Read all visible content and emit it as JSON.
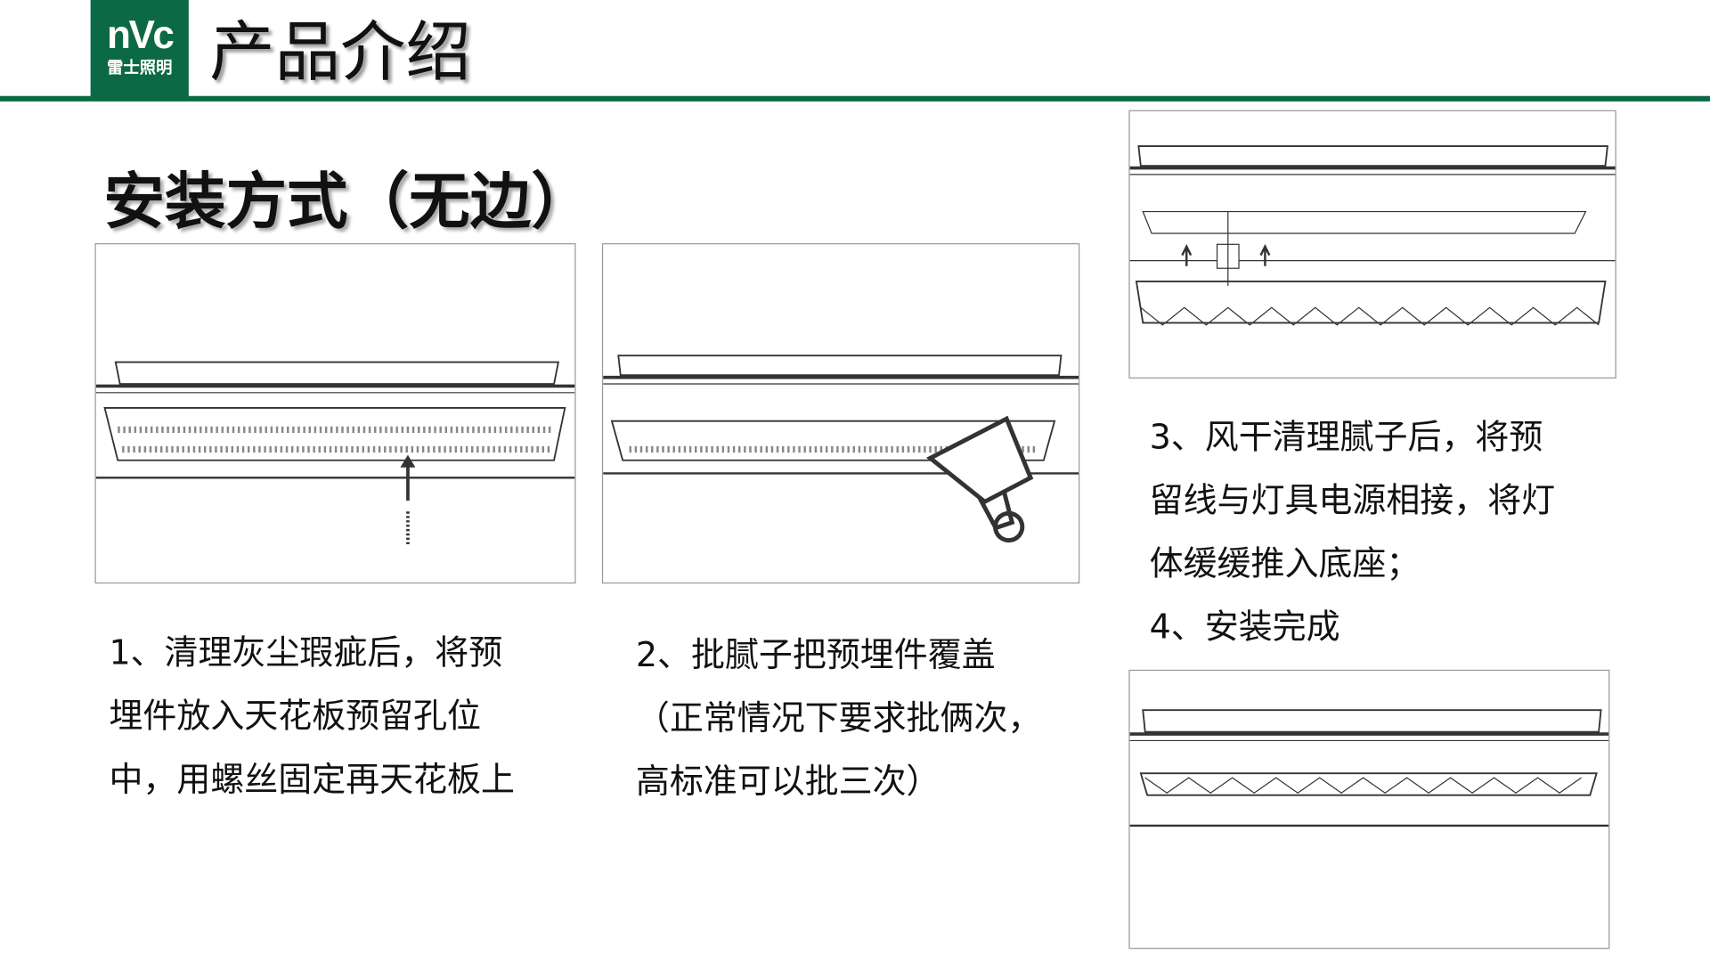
{
  "logo": {
    "brand": "nVc",
    "name_cn": "雷士照明"
  },
  "header": {
    "title": "产品介绍"
  },
  "section": {
    "title": "安装方式（无边）"
  },
  "steps": [
    {
      "lines": [
        "1、清理灰尘瑕疵后，将预",
        "埋件放入天花板预留孔位",
        "中，用螺丝固定再天花板上"
      ]
    },
    {
      "lines": [
        "2、批腻子把预埋件覆盖",
        "（正常情况下要求批俩次，",
        "高标准可以批三次）"
      ]
    },
    {
      "lines": [
        "3、风干清理腻子后，将预",
        "留线与灯具电源相接，将灯",
        "体缓缓推入底座；"
      ]
    },
    {
      "lines": [
        "4、安装完成"
      ]
    }
  ],
  "colors": {
    "brand_green": "#0b6a45"
  }
}
